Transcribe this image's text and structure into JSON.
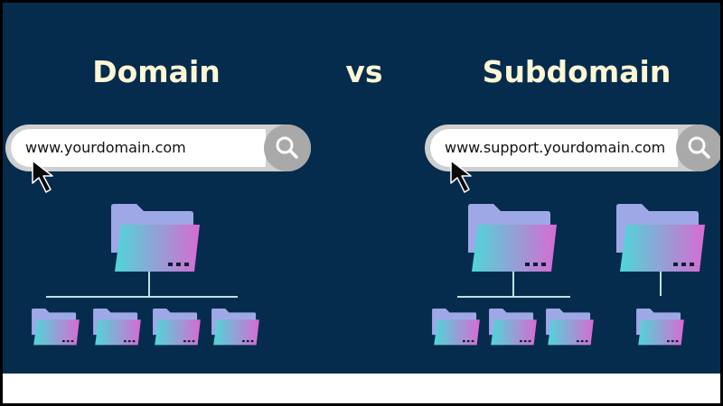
{
  "titles": {
    "left": "Domain",
    "middle": "vs",
    "right": "Subdomain"
  },
  "search_left": {
    "url": "www.yourdomain.com",
    "icon": "search-icon"
  },
  "search_right": {
    "url": "www.support.yourdomain.com",
    "icon": "search-icon"
  },
  "colors": {
    "background": "#062c4d",
    "title": "#fcf7d4",
    "folder_gradient_start": "#4fd6d8",
    "folder_gradient_end": "#d76bd2",
    "folder_back": "#9fa8e6",
    "connector": "#b9e3e4"
  },
  "icons": [
    "search-icon",
    "cursor-arrow-icon",
    "folder-icon"
  ]
}
